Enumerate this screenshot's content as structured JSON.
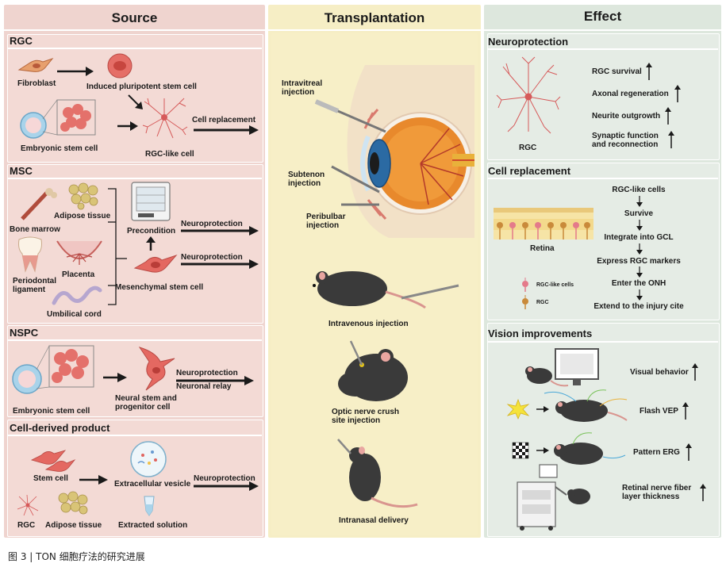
{
  "columns": {
    "source": {
      "title": "Source"
    },
    "transplantation": {
      "title": "Transplantation"
    },
    "effect": {
      "title": "Effect"
    }
  },
  "source": {
    "rgc": {
      "title": "RGC",
      "fibroblast": "Fibroblast",
      "ipsc": "Induced pluripotent stem cell",
      "esc": "Embryonic stem cell",
      "rgc_like": "RGC-like cell",
      "arrow": "Cell replacement"
    },
    "msc": {
      "title": "MSC",
      "bone_marrow": "Bone marrow",
      "adipose": "Adipose tissue",
      "periodontal": "Periodontal ligament",
      "placenta": "Placenta",
      "umbilical": "Umbilical cord",
      "precondition": "Precondition",
      "msc_cell": "Mesenchymal stem cell",
      "arrow1": "Neuroprotection",
      "arrow2": "Neuroprotection"
    },
    "nspc": {
      "title": "NSPC",
      "esc": "Embryonic stem cell",
      "nspc_cell": "Neural stem and progenitor cell",
      "arrow1": "Neuroprotection",
      "arrow2": "Neuronal relay"
    },
    "product": {
      "title": "Cell-derived product",
      "stem_cell": "Stem cell",
      "ev": "Extracellular vesicle",
      "rgc": "RGC",
      "adipose": "Adipose tissue",
      "extracted": "Extracted solution",
      "arrow": "Neuroprotection"
    }
  },
  "transplantation": {
    "intravitreal": "Intravitreal injection",
    "subtenon": "Subtenon injection",
    "peribulbar": "Peribulbar injection",
    "intravenous": "Intravenous injection",
    "optic_nerve": "Optic nerve crush site injection",
    "intranasal": "Intranasal delivery"
  },
  "effect": {
    "neuroprotection": {
      "title": "Neuroprotection",
      "rgc": "RGC",
      "items": [
        "RGC survival",
        "Axonal regeneration",
        "Neurite outgrowth",
        "Synaptic function and reconnection"
      ]
    },
    "cell_replacement": {
      "title": "Cell replacement",
      "retina": "Retina",
      "legend_rgc_like": "RGC-like cells",
      "legend_rgc": "RGC",
      "steps": [
        "RGC-like cells",
        "Survive",
        "Integrate into GCL",
        "Express RGC markers",
        "Enter the ONH",
        "Extend to the injury cite"
      ]
    },
    "vision": {
      "title": "Vision improvements",
      "items": [
        "Visual behavior",
        "Flash VEP",
        "Pattern ERG",
        "Retinal nerve fiber layer thickness"
      ]
    }
  },
  "caption": "图 3 | TON 细胞疗法的研究进展",
  "colors": {
    "source_bg": "#f0d5d0",
    "source_panel": "#f4dcd7",
    "trans_bg": "#f7efc6",
    "effect_bg": "#dfe8df",
    "effect_panel": "#e6ede6",
    "cell_red": "#e0645e",
    "mouse": "#3a3a3a"
  }
}
